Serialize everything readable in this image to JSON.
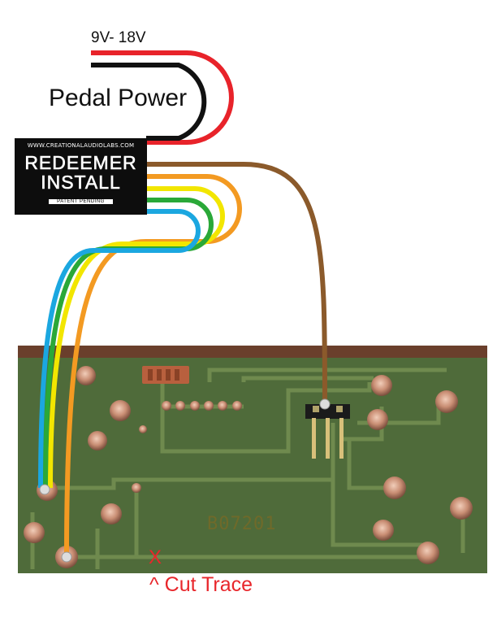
{
  "labels": {
    "voltage": "9V- 18V",
    "pedal_power": "Pedal Power",
    "cut_mark": "X",
    "cut_trace": "^ Cut Trace",
    "board_code": "B07201"
  },
  "module": {
    "url": "WWW.CREATIONALAUDIOLABS.COM",
    "line1": "REDEEMER",
    "line2": "INSTALL",
    "patent": "PATENT PENDING"
  },
  "wires": [
    {
      "name": "power-red-wire",
      "color": "#e8232a"
    },
    {
      "name": "power-black-wire",
      "color": "#111111"
    },
    {
      "name": "brown-wire",
      "color": "#8b5a2b"
    },
    {
      "name": "orange-wire",
      "color": "#f39a22"
    },
    {
      "name": "yellow-wire",
      "color": "#f2e600"
    },
    {
      "name": "green-wire",
      "color": "#2aa838"
    },
    {
      "name": "blue-wire",
      "color": "#1ba7e0"
    }
  ],
  "colors": {
    "pcb": "#4f6b3a",
    "trace": "#6f8a4e",
    "pad": "#c98e74",
    "cut": "#e8262b"
  }
}
